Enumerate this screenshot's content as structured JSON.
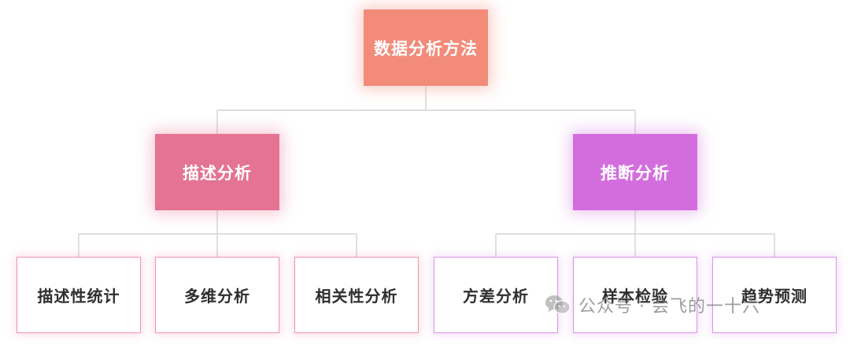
{
  "root": {
    "label": "数据分析方法"
  },
  "branches": [
    {
      "label": "描述分析",
      "color": "#e57393",
      "children": [
        "描述性统计",
        "多维分析",
        "相关性分析"
      ]
    },
    {
      "label": "推断分析",
      "color": "#d36ddd",
      "children": [
        "方差分析",
        "样本检验",
        "趋势预测"
      ]
    }
  ],
  "root_color": "#f28b7a",
  "connector_color": "#cccccc",
  "watermark": {
    "text": "公众号 · 会飞的一十六",
    "icon": "wechat-icon"
  }
}
